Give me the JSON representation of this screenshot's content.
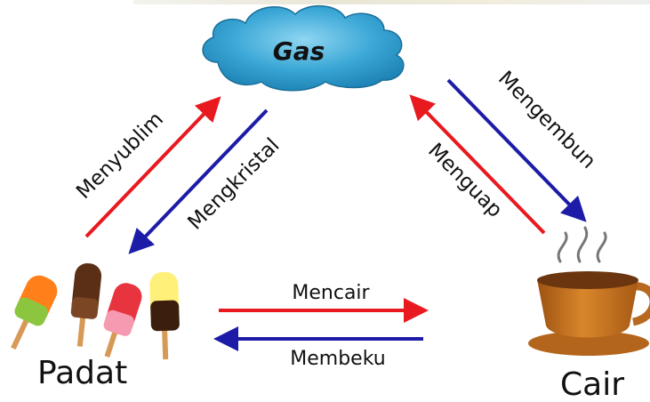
{
  "states": {
    "gas": "Gas",
    "solid": "Padat",
    "liquid": "Cair"
  },
  "processes": {
    "sublimation": "Menyublim",
    "deposition": "Mengkristal",
    "evaporation": "Menguap",
    "condensation": "Mengembun",
    "melting": "Mencair",
    "freezing": "Membeku"
  },
  "colors": {
    "heating_arrow": "#e8191f",
    "cooling_arrow": "#1c1ca8",
    "cloud": "#2d9ccd",
    "coffee_cup": "#c8731c"
  },
  "icons": {
    "gas": "cloud-icon",
    "solid": "popsicles-icon",
    "liquid": "coffee-cup-icon"
  }
}
